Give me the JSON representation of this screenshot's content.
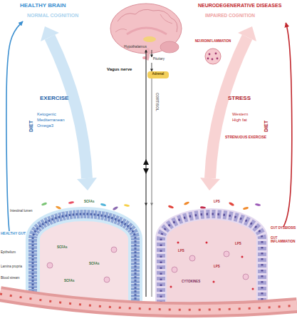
{
  "diagram": {
    "nodes": [
      {
        "text": [
          "HEALTHY BRAIN",
          "NORMAL COGNITION"
        ]
      },
      {
        "text": [
          "NEURODEGENERATIVE DISEASES",
          "IMPAIRED COGNITION"
        ]
      },
      {
        "text": [
          "Hypothalamus"
        ]
      },
      {
        "text": [
          "NEUROINFLAMMATION"
        ]
      },
      {
        "text": [
          "Pituitary"
        ]
      },
      {
        "text": [
          "Adrenal"
        ]
      },
      {
        "text": [
          "Intestinal lumen",
          "Epithelium",
          "Lamina propria",
          "Blood stream"
        ]
      },
      {
        "text": [
          "HEALTHY GUT"
        ],
        "in": 6
      },
      {
        "text": [
          "GUT DYSBIOSIS",
          "GUT INFLAMMATION"
        ],
        "in": 6
      }
    ],
    "edges": [
      {
        "from": 7,
        "to": 0,
        "arrow": "to"
      },
      {
        "from": 8,
        "to": 1,
        "arrow": "to"
      },
      {
        "from": 2,
        "to": 4,
        "arrow": "to"
      },
      {
        "from": 4,
        "to": 5,
        "arrow": "to"
      },
      {
        "from": 2,
        "to": 6,
        "label": "Vagus nerve",
        "arrow": "both"
      },
      {
        "from": 5,
        "to": 6,
        "label": "CORTISOL",
        "arrow": "to"
      }
    ],
    "labels": [
      "EXERCISE",
      "DIET",
      "Ketogenic",
      "Mediterranean",
      "Omega3",
      "STRESS",
      "DIET",
      "Western",
      "High fat",
      "STRENUOUS EXERCISE",
      "SCFAs",
      "SCFAs",
      "SCFAs",
      "SCFAs",
      "LPS",
      "LPS",
      "LPS",
      "LPS",
      "CYTOKINES"
    ]
  }
}
